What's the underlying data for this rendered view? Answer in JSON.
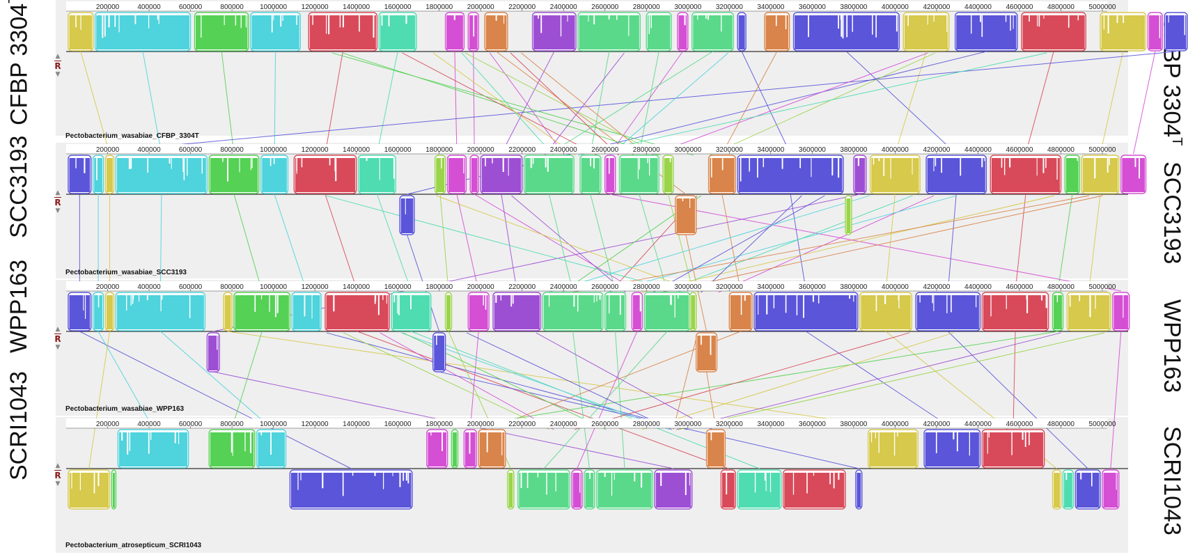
{
  "tracks": [
    {
      "id": "cfbp",
      "label_main": "CFBP 3304",
      "label_sup": "T",
      "name": "Pectobacterium_wasabiae_CFBP_3304T"
    },
    {
      "id": "scc",
      "label_main": "SCC3193",
      "label_sup": "",
      "name": "Pectobacterium_wasabiae_SCC3193"
    },
    {
      "id": "wpp",
      "label_main": "WPP163",
      "label_sup": "",
      "name": "Pectobacterium_wasabiae_WPP163"
    },
    {
      "id": "scri",
      "label_main": "SCRI1043",
      "label_sup": "",
      "name": "Pectobacterium_atrosepticum_SCRI1043"
    }
  ],
  "ruler_ticks": [
    "200000",
    "400000",
    "600000",
    "800000",
    "1000000",
    "1200000",
    "1400000",
    "1600000",
    "1800000",
    "2000000",
    "2200000",
    "2400000",
    "2600000",
    "2800000",
    "3000000",
    "3200000",
    "3400000",
    "3600000",
    "3800000",
    "4000000",
    "4200000",
    "4400000",
    "4600000",
    "4800000",
    "5000000"
  ],
  "controls": {
    "reverse_label": "R",
    "up_icon": "triangle-up-icon",
    "down_icon": "chevron-down-icon"
  },
  "colors": {
    "yellow": "#d6c94b",
    "cyan": "#4fd3dc",
    "green": "#55d155",
    "red": "#d84a5a",
    "teal": "#4fdcb0",
    "magenta": "#d44fd4",
    "orange": "#d9844a",
    "purple": "#9d4fd4",
    "blue": "#5a55d9",
    "mint": "#5ad98a",
    "lime": "#9ad44a",
    "panel_bg": "#efefef"
  },
  "blocks": [
    [
      {
        "s": 10000,
        "e": 130000,
        "c": "yellow",
        "st": "up"
      },
      {
        "s": 140000,
        "e": 600000,
        "c": "cyan",
        "st": "up"
      },
      {
        "s": 620000,
        "e": 880000,
        "c": "green",
        "st": "up"
      },
      {
        "s": 890000,
        "e": 1130000,
        "c": "cyan",
        "st": "up"
      },
      {
        "s": 1170000,
        "e": 1500000,
        "c": "red",
        "st": "up"
      },
      {
        "s": 1510000,
        "e": 1690000,
        "c": "teal",
        "st": "up"
      },
      {
        "s": 1830000,
        "e": 1920000,
        "c": "magenta",
        "st": "up"
      },
      {
        "s": 1940000,
        "e": 1990000,
        "c": "magenta",
        "st": "up"
      },
      {
        "s": 2020000,
        "e": 2130000,
        "c": "orange",
        "st": "up"
      },
      {
        "s": 2250000,
        "e": 2460000,
        "c": "purple",
        "st": "up"
      },
      {
        "s": 2470000,
        "e": 2770000,
        "c": "mint",
        "st": "up"
      },
      {
        "s": 2800000,
        "e": 2920000,
        "c": "mint",
        "st": "up"
      },
      {
        "s": 2950000,
        "e": 3000000,
        "c": "magenta",
        "st": "up"
      },
      {
        "s": 3020000,
        "e": 3220000,
        "c": "mint",
        "st": "up"
      },
      {
        "s": 3240000,
        "e": 3280000,
        "c": "blue",
        "st": "up"
      },
      {
        "s": 3370000,
        "e": 3490000,
        "c": "orange",
        "st": "up"
      },
      {
        "s": 3510000,
        "e": 4020000,
        "c": "blue",
        "st": "up"
      },
      {
        "s": 4040000,
        "e": 4260000,
        "c": "yellow",
        "st": "up"
      },
      {
        "s": 4290000,
        "e": 4590000,
        "c": "blue",
        "st": "up"
      },
      {
        "s": 4610000,
        "e": 4920000,
        "c": "red",
        "st": "up"
      },
      {
        "s": 4990000,
        "e": 5210000,
        "c": "yellow",
        "st": "up"
      },
      {
        "s": 5220000,
        "e": 5290000,
        "c": "magenta",
        "st": "up"
      },
      {
        "s": 5300000,
        "e": 5410000,
        "c": "blue",
        "st": "up"
      }
    ],
    [
      {
        "s": 10000,
        "e": 120000,
        "c": "blue",
        "st": "up"
      },
      {
        "s": 130000,
        "e": 180000,
        "c": "cyan",
        "st": "up"
      },
      {
        "s": 190000,
        "e": 230000,
        "c": "yellow",
        "st": "up"
      },
      {
        "s": 240000,
        "e": 680000,
        "c": "cyan",
        "st": "up"
      },
      {
        "s": 690000,
        "e": 930000,
        "c": "green",
        "st": "up"
      },
      {
        "s": 940000,
        "e": 1070000,
        "c": "cyan",
        "st": "up"
      },
      {
        "s": 1100000,
        "e": 1400000,
        "c": "red",
        "st": "up"
      },
      {
        "s": 1410000,
        "e": 1590000,
        "c": "teal",
        "st": "up"
      },
      {
        "s": 1610000,
        "e": 1680000,
        "c": "blue",
        "st": "down"
      },
      {
        "s": 1780000,
        "e": 1830000,
        "c": "lime",
        "st": "up"
      },
      {
        "s": 1840000,
        "e": 1930000,
        "c": "magenta",
        "st": "up"
      },
      {
        "s": 1950000,
        "e": 1990000,
        "c": "magenta",
        "st": "up"
      },
      {
        "s": 2000000,
        "e": 2200000,
        "c": "purple",
        "st": "up"
      },
      {
        "s": 2210000,
        "e": 2450000,
        "c": "mint",
        "st": "up"
      },
      {
        "s": 2480000,
        "e": 2580000,
        "c": "mint",
        "st": "up"
      },
      {
        "s": 2600000,
        "e": 2650000,
        "c": "magenta",
        "st": "up"
      },
      {
        "s": 2670000,
        "e": 2860000,
        "c": "mint",
        "st": "up"
      },
      {
        "s": 2880000,
        "e": 2930000,
        "c": "lime",
        "st": "up"
      },
      {
        "s": 2940000,
        "e": 3040000,
        "c": "orange",
        "st": "down"
      },
      {
        "s": 3100000,
        "e": 3230000,
        "c": "orange",
        "st": "up"
      },
      {
        "s": 3240000,
        "e": 3750000,
        "c": "blue",
        "st": "up"
      },
      {
        "s": 3760000,
        "e": 3790000,
        "c": "lime",
        "st": "down"
      },
      {
        "s": 3800000,
        "e": 3860000,
        "c": "purple",
        "st": "up"
      },
      {
        "s": 3880000,
        "e": 4120000,
        "c": "yellow",
        "st": "up"
      },
      {
        "s": 4150000,
        "e": 4440000,
        "c": "blue",
        "st": "up"
      },
      {
        "s": 4460000,
        "e": 4800000,
        "c": "red",
        "st": "up"
      },
      {
        "s": 4820000,
        "e": 4890000,
        "c": "green",
        "st": "up"
      },
      {
        "s": 4900000,
        "e": 5080000,
        "c": "yellow",
        "st": "up"
      },
      {
        "s": 5090000,
        "e": 5210000,
        "c": "magenta",
        "st": "up"
      }
    ],
    [
      {
        "s": 10000,
        "e": 120000,
        "c": "blue",
        "st": "up"
      },
      {
        "s": 130000,
        "e": 180000,
        "c": "cyan",
        "st": "up"
      },
      {
        "s": 190000,
        "e": 230000,
        "c": "yellow",
        "st": "up"
      },
      {
        "s": 240000,
        "e": 670000,
        "c": "cyan",
        "st": "up"
      },
      {
        "s": 680000,
        "e": 740000,
        "c": "purple",
        "st": "down"
      },
      {
        "s": 760000,
        "e": 800000,
        "c": "yellow",
        "st": "up"
      },
      {
        "s": 810000,
        "e": 1080000,
        "c": "green",
        "st": "up"
      },
      {
        "s": 1090000,
        "e": 1230000,
        "c": "cyan",
        "st": "up"
      },
      {
        "s": 1250000,
        "e": 1560000,
        "c": "red",
        "st": "up"
      },
      {
        "s": 1570000,
        "e": 1760000,
        "c": "teal",
        "st": "up"
      },
      {
        "s": 1770000,
        "e": 1830000,
        "c": "blue",
        "st": "down"
      },
      {
        "s": 1830000,
        "e": 1860000,
        "c": "lime",
        "st": "up"
      },
      {
        "s": 1940000,
        "e": 2040000,
        "c": "magenta",
        "st": "up"
      },
      {
        "s": 2060000,
        "e": 2290000,
        "c": "purple",
        "st": "up"
      },
      {
        "s": 2300000,
        "e": 2590000,
        "c": "mint",
        "st": "up"
      },
      {
        "s": 2600000,
        "e": 2700000,
        "c": "mint",
        "st": "up"
      },
      {
        "s": 2730000,
        "e": 2780000,
        "c": "magenta",
        "st": "up"
      },
      {
        "s": 2790000,
        "e": 3010000,
        "c": "mint",
        "st": "up"
      },
      {
        "s": 3010000,
        "e": 3040000,
        "c": "lime",
        "st": "up"
      },
      {
        "s": 3040000,
        "e": 3140000,
        "c": "orange",
        "st": "down"
      },
      {
        "s": 3200000,
        "e": 3310000,
        "c": "orange",
        "st": "up"
      },
      {
        "s": 3320000,
        "e": 3820000,
        "c": "blue",
        "st": "up"
      },
      {
        "s": 3830000,
        "e": 4080000,
        "c": "yellow",
        "st": "up"
      },
      {
        "s": 4100000,
        "e": 4410000,
        "c": "blue",
        "st": "up"
      },
      {
        "s": 4420000,
        "e": 4740000,
        "c": "red",
        "st": "up"
      },
      {
        "s": 4760000,
        "e": 4810000,
        "c": "green",
        "st": "up"
      },
      {
        "s": 4830000,
        "e": 5040000,
        "c": "yellow",
        "st": "up"
      },
      {
        "s": 5050000,
        "e": 5130000,
        "c": "magenta",
        "st": "up"
      }
    ],
    [
      {
        "s": 10000,
        "e": 210000,
        "c": "yellow",
        "st": "down"
      },
      {
        "s": 220000,
        "e": 240000,
        "c": "green",
        "st": "down"
      },
      {
        "s": 250000,
        "e": 590000,
        "c": "cyan",
        "st": "up"
      },
      {
        "s": 690000,
        "e": 910000,
        "c": "green",
        "st": "up"
      },
      {
        "s": 920000,
        "e": 1060000,
        "c": "cyan",
        "st": "up"
      },
      {
        "s": 1080000,
        "e": 1670000,
        "c": "blue",
        "st": "down"
      },
      {
        "s": 1740000,
        "e": 1840000,
        "c": "magenta",
        "st": "up"
      },
      {
        "s": 1860000,
        "e": 1890000,
        "c": "green",
        "st": "up"
      },
      {
        "s": 1920000,
        "e": 1980000,
        "c": "magenta",
        "st": "up"
      },
      {
        "s": 1990000,
        "e": 2120000,
        "c": "orange",
        "st": "up"
      },
      {
        "s": 2130000,
        "e": 2160000,
        "c": "lime",
        "st": "down"
      },
      {
        "s": 2180000,
        "e": 2430000,
        "c": "mint",
        "st": "down"
      },
      {
        "s": 2440000,
        "e": 2490000,
        "c": "magenta",
        "st": "down"
      },
      {
        "s": 2500000,
        "e": 2550000,
        "c": "mint",
        "st": "down"
      },
      {
        "s": 2560000,
        "e": 2830000,
        "c": "mint",
        "st": "down"
      },
      {
        "s": 2840000,
        "e": 3020000,
        "c": "purple",
        "st": "down"
      },
      {
        "s": 3090000,
        "e": 3180000,
        "c": "orange",
        "st": "up"
      },
      {
        "s": 3160000,
        "e": 3230000,
        "c": "red",
        "st": "down"
      },
      {
        "s": 3240000,
        "e": 3450000,
        "c": "teal",
        "st": "down"
      },
      {
        "s": 3460000,
        "e": 3760000,
        "c": "red",
        "st": "down"
      },
      {
        "s": 3810000,
        "e": 3840000,
        "c": "blue",
        "st": "down"
      },
      {
        "s": 3870000,
        "e": 4110000,
        "c": "yellow",
        "st": "up"
      },
      {
        "s": 4140000,
        "e": 4410000,
        "c": "blue",
        "st": "up"
      },
      {
        "s": 4420000,
        "e": 4720000,
        "c": "red",
        "st": "up"
      },
      {
        "s": 4760000,
        "e": 4800000,
        "c": "yellow",
        "st": "down"
      },
      {
        "s": 4810000,
        "e": 4860000,
        "c": "teal",
        "st": "down"
      },
      {
        "s": 4870000,
        "e": 4990000,
        "c": "blue",
        "st": "down"
      },
      {
        "s": 5000000,
        "e": 5080000,
        "c": "magenta",
        "st": "down"
      }
    ]
  ]
}
